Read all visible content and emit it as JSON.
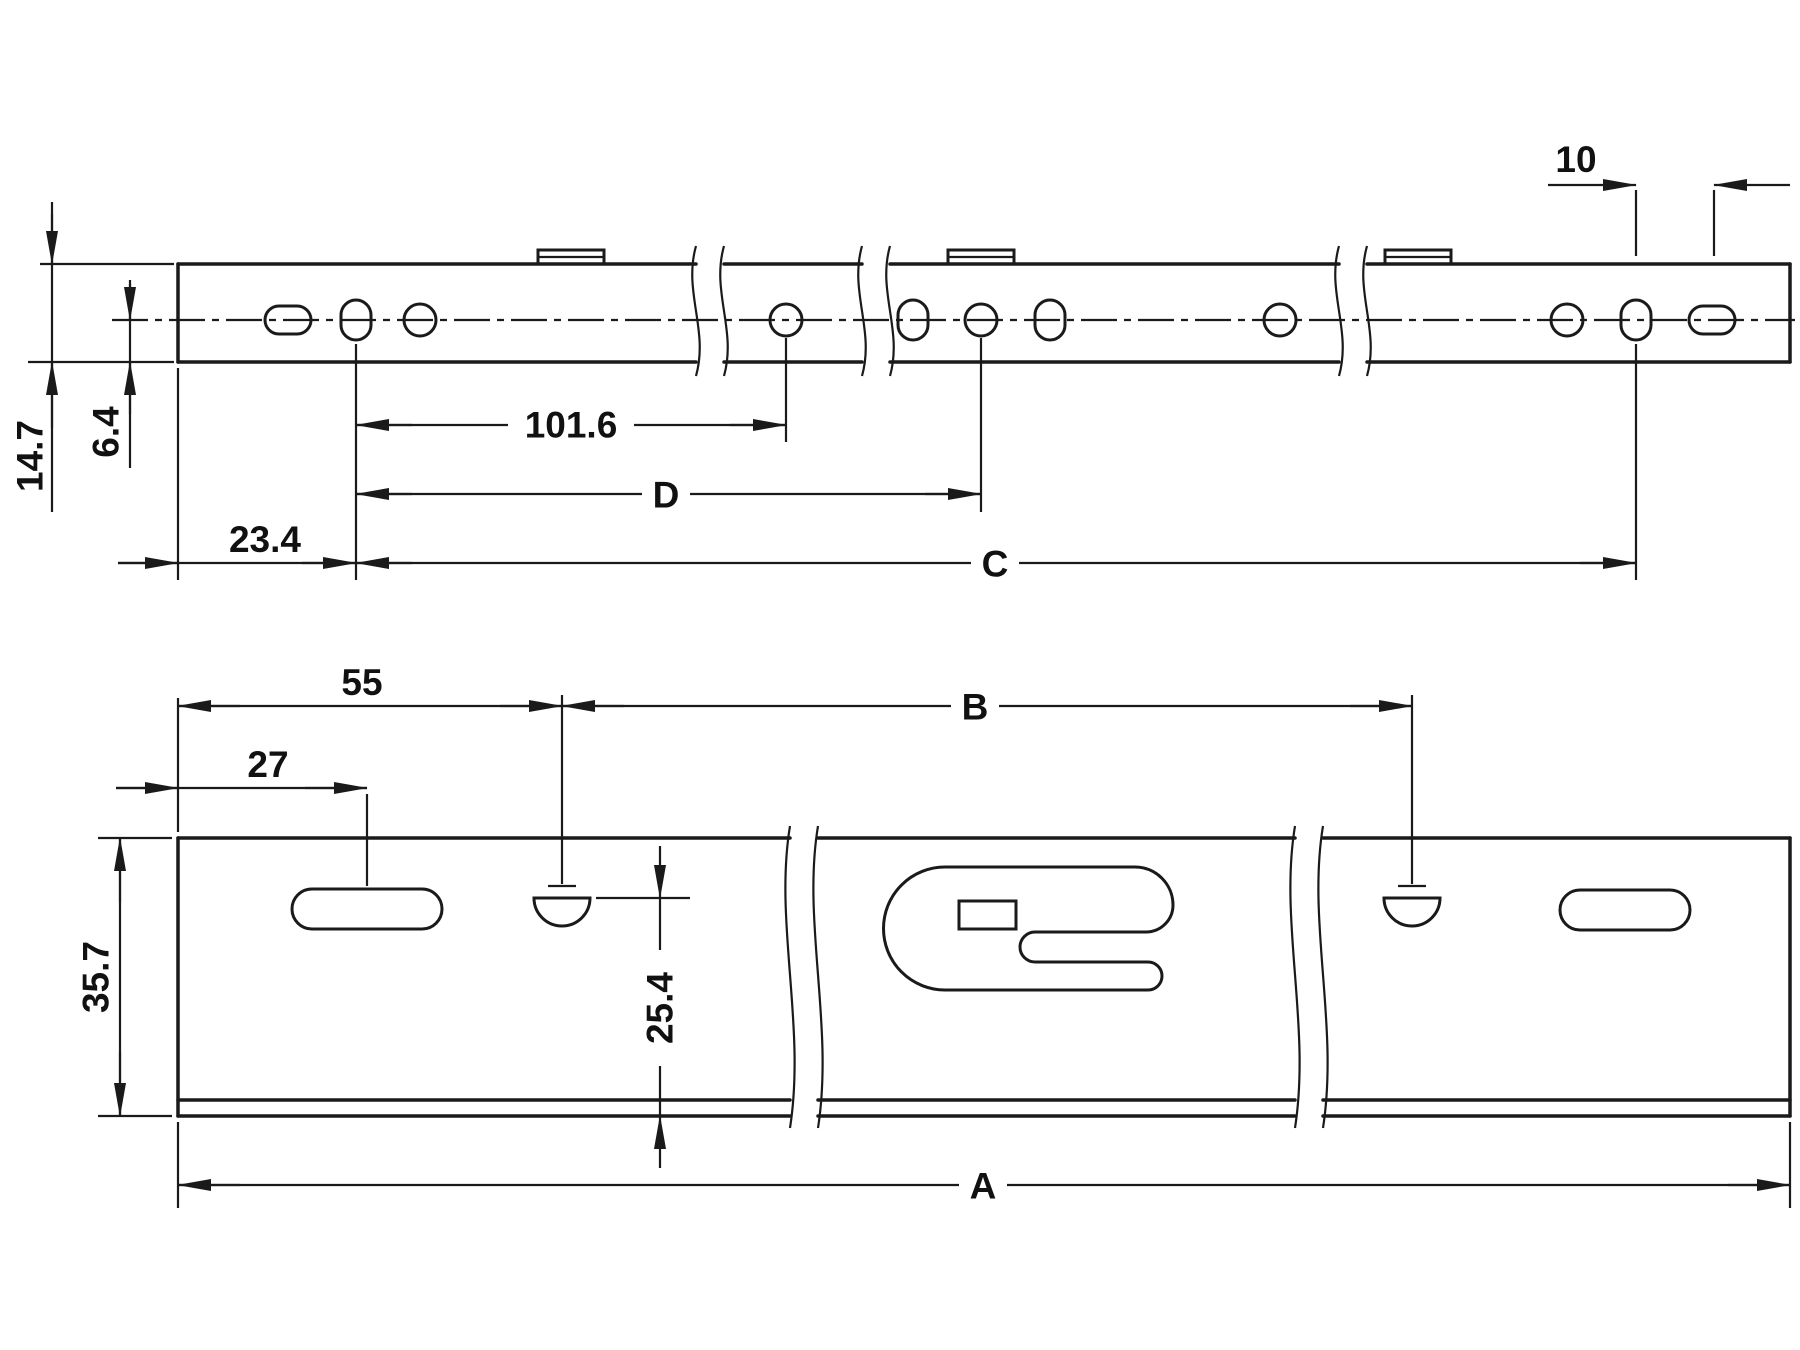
{
  "drawing": {
    "background": "#ffffff",
    "line_color": "#1a1a1a",
    "dims": {
      "total_height": "14.7",
      "center_to_edge": "6.4",
      "end_to_first_hole": "23.4",
      "hole_pitch": "101.6",
      "d": "D",
      "c": "C",
      "last_hole_spacing": "10",
      "front_first_hole": "55",
      "front_slot_offset": "27",
      "b": "B",
      "front_height": "35.7",
      "hole_to_bottom": "25.4",
      "a": "A"
    }
  }
}
